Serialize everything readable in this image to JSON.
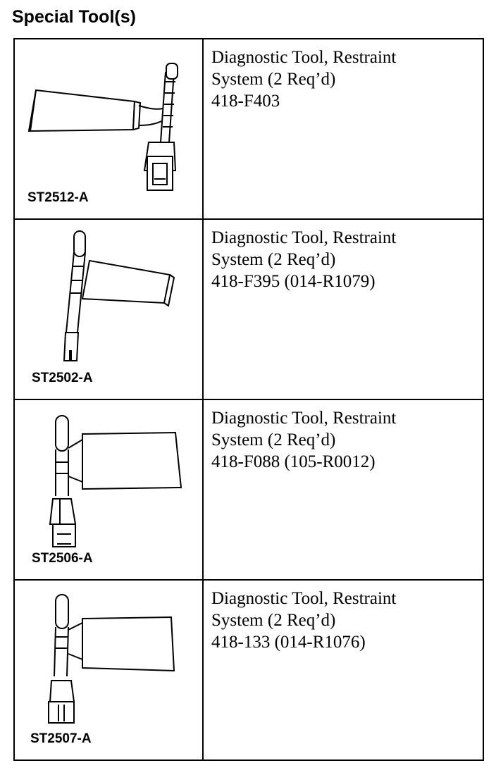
{
  "title": "Special Tool(s)",
  "tools": [
    {
      "code": "ST2512-A",
      "description": [
        "Diagnostic Tool, Restraint",
        "System (2 Req’d)",
        "418-F403"
      ]
    },
    {
      "code": "ST2502-A",
      "description": [
        "Diagnostic Tool, Restraint",
        "System (2 Req’d)",
        "418-F395 (014-R1079)"
      ]
    },
    {
      "code": "ST2506-A",
      "description": [
        "Diagnostic Tool, Restraint",
        "System (2 Req’d)",
        "418-F088 (105-R0012)"
      ]
    },
    {
      "code": "ST2507-A",
      "description": [
        "Diagnostic Tool, Restraint",
        "System (2 Req’d)",
        "418-133 (014-R1076)"
      ]
    }
  ]
}
